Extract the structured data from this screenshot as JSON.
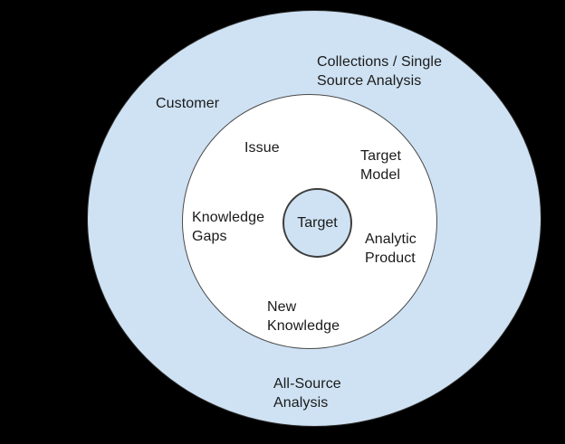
{
  "diagram": {
    "title": "Target-centric concentric rings diagram",
    "background_color": "#000000",
    "ring_fill_color": "#cfe2f3",
    "inner_fill_color": "#ffffff",
    "stroke_color": "#3d3d3d",
    "text_color": "#1a1a1a",
    "rings": {
      "outer": {
        "labels": {
          "collections": "Collections / Single\nSource Analysis",
          "customer": "Customer",
          "all_source": "All-Source\nAnalysis"
        }
      },
      "middle": {
        "labels": {
          "issue": "Issue",
          "target_model": "Target\nModel",
          "knowledge_gaps": "Knowledge\nGaps",
          "analytic_product": "Analytic\nProduct",
          "new_knowledge": "New\nKnowledge"
        }
      },
      "center": {
        "label": "Target"
      }
    }
  }
}
